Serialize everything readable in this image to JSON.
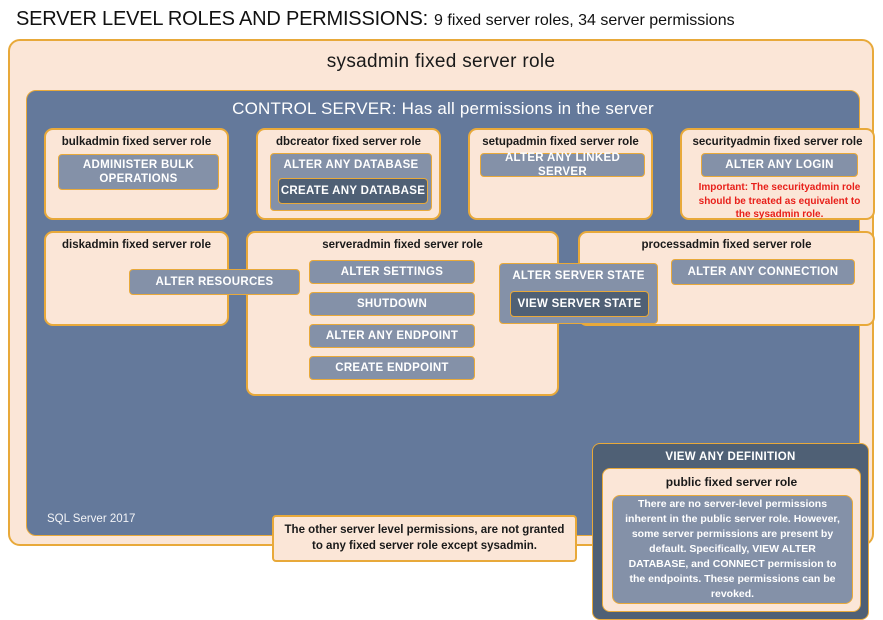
{
  "title": {
    "main": "SERVER LEVEL ROLES AND PERMISSIONS:",
    "sub": "9 fixed server roles, 34 server permissions"
  },
  "sysadmin": {
    "label": "sysadmin  fixed  server  role"
  },
  "control_server": {
    "label": "CONTROL SERVER: Has all permissions in the server",
    "version": "SQL Server 2017"
  },
  "roles": {
    "bulkadmin": {
      "title": "bulkadmin  fixed server role",
      "permission": "ADMINISTER  BULK OPERATIONS"
    },
    "dbcreator": {
      "title": "dbcreator fixed server role",
      "permission_outer": "ALTER ANY DATABASE",
      "permission_inner": "CREATE  ANY DATABASE"
    },
    "setupadmin": {
      "title": "setupadmin fixed server role",
      "permission": "ALTER ANY LINKED SERVER"
    },
    "securityadmin": {
      "title": "securityadmin  fixed server role",
      "permission": "ALTER ANY LOGIN",
      "note": "Important:  The securityadmin role should  be treated  as equivalent to the  sysadmin role."
    },
    "diskadmin": {
      "title": "diskadmin  fixed server role",
      "permission": "ALTER RESOURCES"
    },
    "serveradmin": {
      "title": "serveradmin fixed server role",
      "permissions": [
        "ALTER SETTINGS",
        "SHUTDOWN",
        "ALTER ANY ENDPOINT",
        "CREATE  ENDPOINT"
      ],
      "server_state_outer": "ALTER SERVER STATE",
      "server_state_inner": "VIEW SERVER STATE"
    },
    "processadmin": {
      "title": "processadmin fixed server role",
      "permission": "ALTER ANY CONNECTION"
    },
    "public": {
      "view_any_definition": "VIEW ANY DEFINITION",
      "title": "public  fixed server role",
      "body": "There are no server-level permissions inherent in the public server role. However, some server permissions are present by default. Specifically, VIEW ALTER DATABASE, and CONNECT permission to the endpoints. These permissions can be revoked."
    }
  },
  "notes": {
    "other_permissions": "The other server level permissions,  are not granted to any fixed server role except sysadmin."
  },
  "colors": {
    "peach": "#fbe6d7",
    "gold_border": "#e8a93a",
    "slate_panel": "#64799b",
    "perm_fill": "#8491a8",
    "perm_fill_dark": "#4f6075",
    "alert_red": "#e8201a"
  }
}
